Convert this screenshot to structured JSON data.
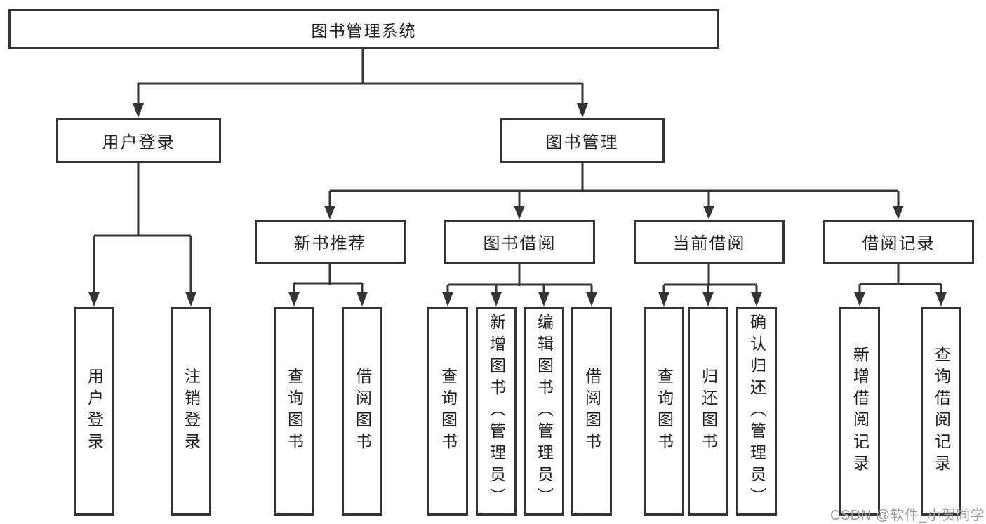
{
  "diagram": {
    "root": {
      "label": "图书管理系统"
    },
    "level2": [
      {
        "label": "用户登录"
      },
      {
        "label": "图书管理"
      }
    ],
    "level3": [
      {
        "label": "新书推荐"
      },
      {
        "label": "图书借阅"
      },
      {
        "label": "当前借阅"
      },
      {
        "label": "借阅记录"
      }
    ],
    "leaves": [
      {
        "label": "用户登录",
        "parent": "用户登录"
      },
      {
        "label": "注销登录",
        "parent": "用户登录"
      },
      {
        "label": "查询图书",
        "parent": "新书推荐"
      },
      {
        "label": "借阅图书",
        "parent": "新书推荐"
      },
      {
        "label": "查询图书",
        "parent": "图书借阅"
      },
      {
        "label": "新增图书（管理员）",
        "parent": "图书借阅"
      },
      {
        "label": "编辑图书（管理员）",
        "parent": "图书借阅"
      },
      {
        "label": "借阅图书",
        "parent": "图书借阅"
      },
      {
        "label": "查询图书",
        "parent": "当前借阅"
      },
      {
        "label": "归还图书",
        "parent": "当前借阅"
      },
      {
        "label": "确认归还（管理员）",
        "parent": "当前借阅"
      },
      {
        "label": "新增借阅记录",
        "parent": "借阅记录"
      },
      {
        "label": "查询借阅记录",
        "parent": "借阅记录"
      }
    ]
  },
  "watermark": {
    "text": "CSDN @软件_小贺同学"
  },
  "colors": {
    "line": "#343434",
    "box_border": "#343434",
    "text": "#1f1f1f",
    "watermark_text": "#9b9b9b",
    "background": "#ffffff"
  }
}
